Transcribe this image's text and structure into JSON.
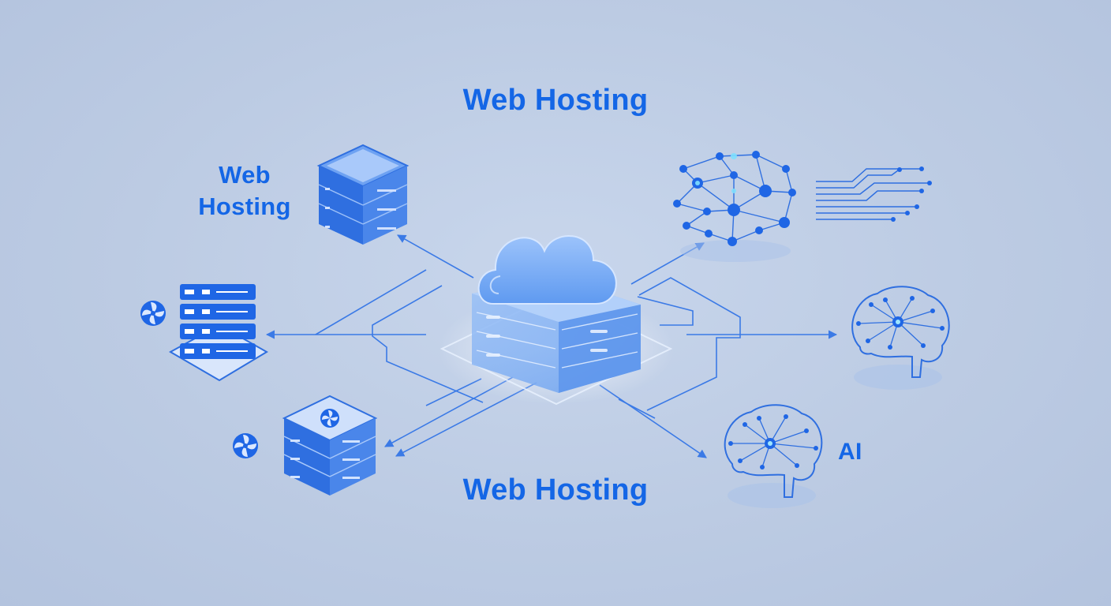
{
  "labels": {
    "title_top": "Web Hosting",
    "title_bottom": "Web Hosting",
    "left_label_line1": "Web",
    "left_label_line2": "Hosting",
    "ai_label": "AI"
  },
  "colors": {
    "background": "#bccbe3",
    "accent": "#1466e6",
    "line": "#3b7ae6",
    "server_dark": "#2f6fe0",
    "cloud": "#7fb0f5"
  },
  "icons": [
    "cloud-server-icon",
    "server-stack-icon",
    "server-rack-icon",
    "fan-icon",
    "neural-network-icon",
    "circuit-lines-icon",
    "brain-circuit-icon"
  ]
}
